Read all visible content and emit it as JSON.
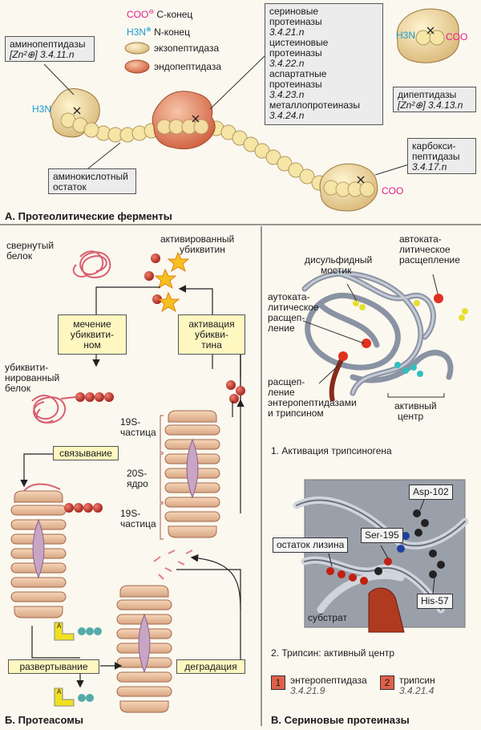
{
  "legend": {
    "c_term_symbol": "COO",
    "c_term": "С-конец",
    "n_term_symbol": "H3N",
    "n_term": "N-конец",
    "exo": "экзопептидаза",
    "endo": "эндопептидаза"
  },
  "sectionA": {
    "title": "А. Протеолитические ферменты",
    "aminopeptidase": [
      "аминопептидазы",
      "[Zn²⊕] 3.4.11.n"
    ],
    "endo_list": [
      "сериновые",
      "протеиназы",
      "3.4.21.n",
      "цистеиновые",
      "протеиназы",
      "3.4.22.n",
      "аспартатные",
      "протеиназы",
      "3.4.23.n",
      "металлопротеиназы",
      "3.4.24.n"
    ],
    "dipeptidase": [
      "дипептидазы",
      "[Zn²⊕] 3.4.13.n"
    ],
    "carboxy": [
      "карбокси-",
      "пептидазы",
      "3.4.17.n"
    ],
    "residue": [
      "аминокислотный",
      "остаток"
    ],
    "h3n": "H3N",
    "coo": "COO"
  },
  "sectionB": {
    "title": "Б. Протеасомы",
    "folded": [
      "свернутый",
      "белок"
    ],
    "activated_ub": [
      "активированный",
      "убиквитин"
    ],
    "marking": [
      "мечение",
      "убиквити-",
      "ном"
    ],
    "activation": [
      "активация",
      "убикви-",
      "тина"
    ],
    "ubiquitinated": [
      "убиквити-",
      "нированный",
      "белок"
    ],
    "p19s_top": [
      "19S-",
      "частица"
    ],
    "core20s": [
      "20S-",
      "ядро"
    ],
    "p19s_bottom": [
      "19S-",
      "частица"
    ],
    "binding": "связывание",
    "unfolding": "развертывание",
    "degradation": "деградация",
    "atp": "A"
  },
  "sectionV": {
    "title": "В. Сериновые протеиназы",
    "disulfide": [
      "дисульфидный",
      "мостик"
    ],
    "autocat_top": [
      "автоката-",
      "литическое",
      "расщепление"
    ],
    "autocat_left": [
      "аутоката-",
      "литическое",
      "расщеп-",
      "ление"
    ],
    "cleavage": [
      "расщеп-",
      "ление",
      "энтеропептидазами",
      "и трипсином"
    ],
    "active_center": [
      "активный",
      "центр"
    ],
    "caption1": "1. Активация трипсиногена",
    "asp": "Asp-102",
    "ser": "Ser-195",
    "his": "His-57",
    "lysine": "остаток лизина",
    "substrate": "субстрат",
    "caption2": "2. Трипсин: активный центр",
    "badge1": "1",
    "enzyme1": "энтеропептидаза",
    "ec1": "3.4.21.9",
    "badge2": "2",
    "enzyme2": "трипсин",
    "ec2": "3.4.21.4"
  },
  "colors": {
    "bead": "#f6e6a6",
    "exo": "#f2dca0",
    "endo": "#e8876a",
    "ub": "#c83a2c",
    "box_yellow": "#fff7c0",
    "protein_gray": "#9aa2ad"
  }
}
